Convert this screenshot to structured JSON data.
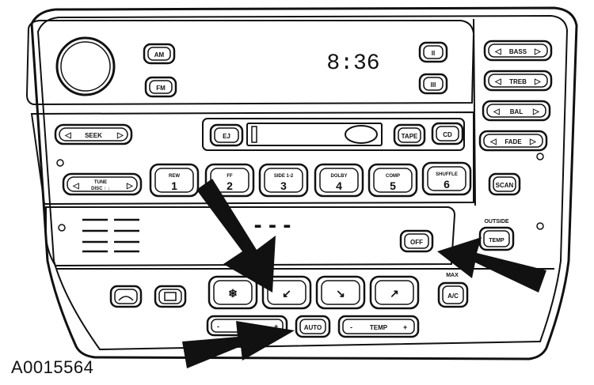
{
  "figure_id": "A0015564",
  "radio": {
    "clock": "8:36",
    "am_label": "AM",
    "fm_label": "FM",
    "right_small_top": "II",
    "right_small_bottom": "III",
    "seek_label": "SEEK",
    "tune_label": "TUNE",
    "tune_sub": "DISC ↑ ↓",
    "ej_label": "EJ",
    "tape_label": "TAPE",
    "cd_label": "CD",
    "scan_label": "SCAN",
    "presets": [
      {
        "top": "REW",
        "num": "1"
      },
      {
        "top": "FF",
        "num": "2"
      },
      {
        "top": "SIDE 1-2",
        "num": "3"
      },
      {
        "top": "DOLBY",
        "num": "4"
      },
      {
        "top": "COMP",
        "num": "5"
      },
      {
        "top": "SHUFFLE",
        "num": "6"
      }
    ],
    "audio": [
      "BASS",
      "TREB",
      "BAL",
      "FADE"
    ]
  },
  "climate": {
    "display": "- - -",
    "off_label": "OFF",
    "outside_label": "OUTSIDE",
    "temp_small": "TEMP",
    "max_label": "MAX",
    "ac_label": "A/C",
    "auto_label": "AUTO",
    "temp_label": "TEMP",
    "temp_minus": "-",
    "temp_plus": "+"
  }
}
